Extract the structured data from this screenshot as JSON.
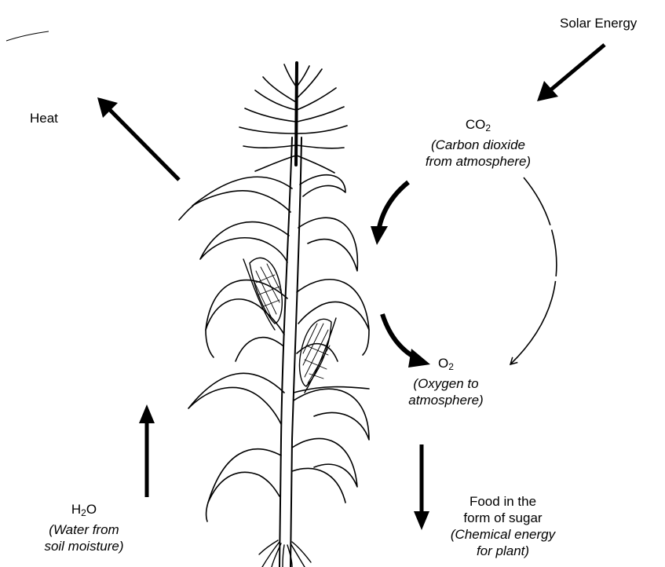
{
  "labels": {
    "solar": "Solar Energy",
    "heat": "Heat",
    "co2": {
      "base": "CO",
      "sub": "2",
      "line1": "(Carbon dioxide",
      "line2": "from atmosphere)"
    },
    "o2": {
      "base": "O",
      "sub": "2",
      "line1": "(Oxygen to",
      "line2": "atmosphere)"
    },
    "h2o": {
      "pre": "H",
      "sub": "2",
      "post": "O",
      "line1": "(Water from",
      "line2": "soil moisture)"
    },
    "food": {
      "line1": "Food in the",
      "line2": "form of sugar",
      "line3": "(Chemical energy",
      "line4": "for plant)"
    }
  },
  "icons": [
    "solar-energy-arrow",
    "heat-arrow",
    "co2-intake-arrow",
    "o2-release-arrow",
    "cycle-arrow",
    "water-uptake-arrow",
    "food-down-arrow",
    "corn-plant"
  ]
}
